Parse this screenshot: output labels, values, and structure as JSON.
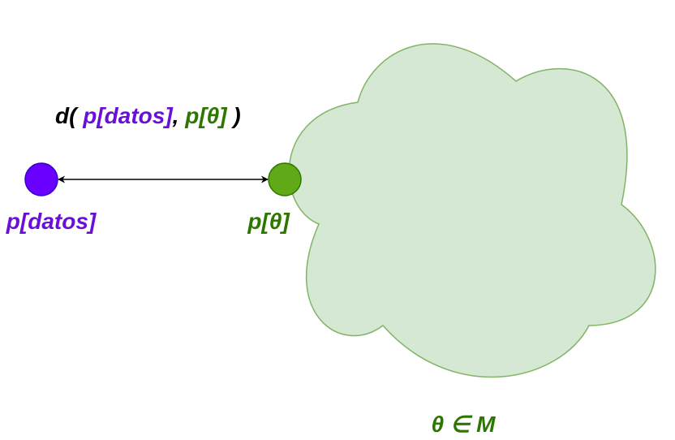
{
  "distance": {
    "prefix": "d( ",
    "data_term": "p[datos]",
    "separator": ", ",
    "model_term": "p[θ]",
    "suffix": " )"
  },
  "nodes": {
    "data_label": "p[datos]",
    "model_label": "p[θ]"
  },
  "manifold": {
    "label": "θ ∈ M"
  },
  "colors": {
    "data_point": "#6a00ff",
    "data_point_stroke": "#3700cc",
    "model_point": "#60a917",
    "model_point_stroke": "#2d7600",
    "data_text": "#6a0fd6",
    "model_text": "#2d7600",
    "cloud_fill": "#d5e8d4",
    "cloud_stroke": "#82b366",
    "arrow": "#000000",
    "text": "#000000"
  }
}
